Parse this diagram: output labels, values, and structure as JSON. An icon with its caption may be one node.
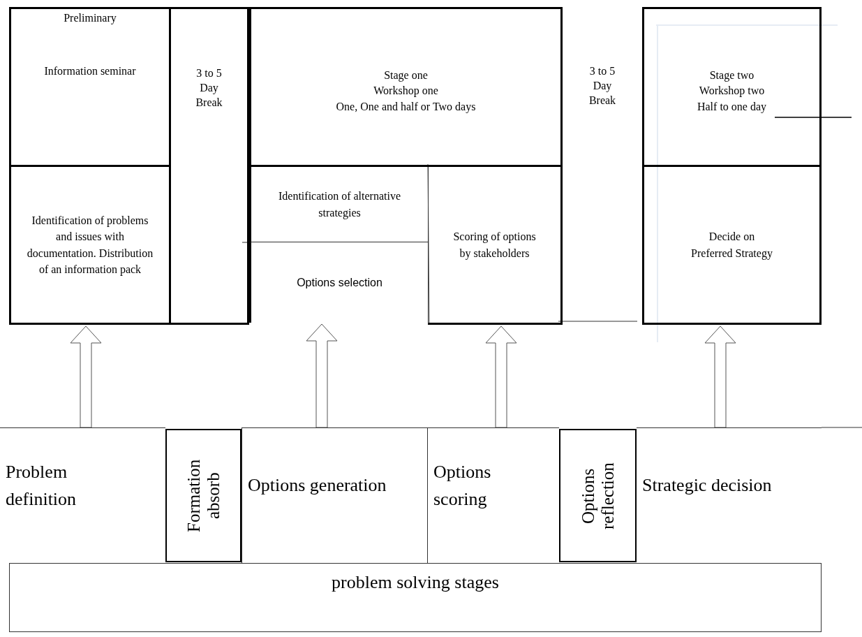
{
  "diagram": {
    "nodes": [
      {
        "text": [
          "Preliminary",
          "Information seminar"
        ]
      },
      {
        "text": [
          "3 to 5 Day Break"
        ]
      },
      {
        "text": [
          "Stage one",
          "Workshop one",
          "One, One and half or Two days"
        ]
      },
      {
        "text": [
          "Identification of problems and issues with documentation. Distribution of an information pack"
        ]
      },
      {
        "text": [
          "Identification of alternative strategies"
        ]
      },
      {
        "text": [
          "Options selection"
        ]
      },
      {
        "text": [
          "Scoring of options by stakeholders"
        ]
      },
      {
        "text": [
          "3 to 5 Day Break"
        ]
      },
      {
        "text": [
          "Stage two",
          "Workshop two",
          "Half to one day"
        ]
      },
      {
        "text": [
          "Decide on Preferred Strategy"
        ]
      },
      {
        "text": [
          "Problem definition"
        ]
      },
      {
        "text": [
          "Formation absorb"
        ]
      },
      {
        "text": [
          "Options generation"
        ]
      },
      {
        "text": [
          "Options scoring"
        ]
      },
      {
        "text": [
          "Options reflection"
        ]
      },
      {
        "text": [
          "Strategic decision"
        ]
      },
      {
        "text": [
          "problem solving stages"
        ]
      }
    ],
    "edges": [
      {
        "from": 10,
        "to": 3,
        "arrow": "to"
      },
      {
        "from": 12,
        "to": 5,
        "arrow": "to"
      },
      {
        "from": 13,
        "to": 6,
        "arrow": "to"
      },
      {
        "from": 15,
        "to": 9,
        "arrow": "to"
      }
    ]
  }
}
